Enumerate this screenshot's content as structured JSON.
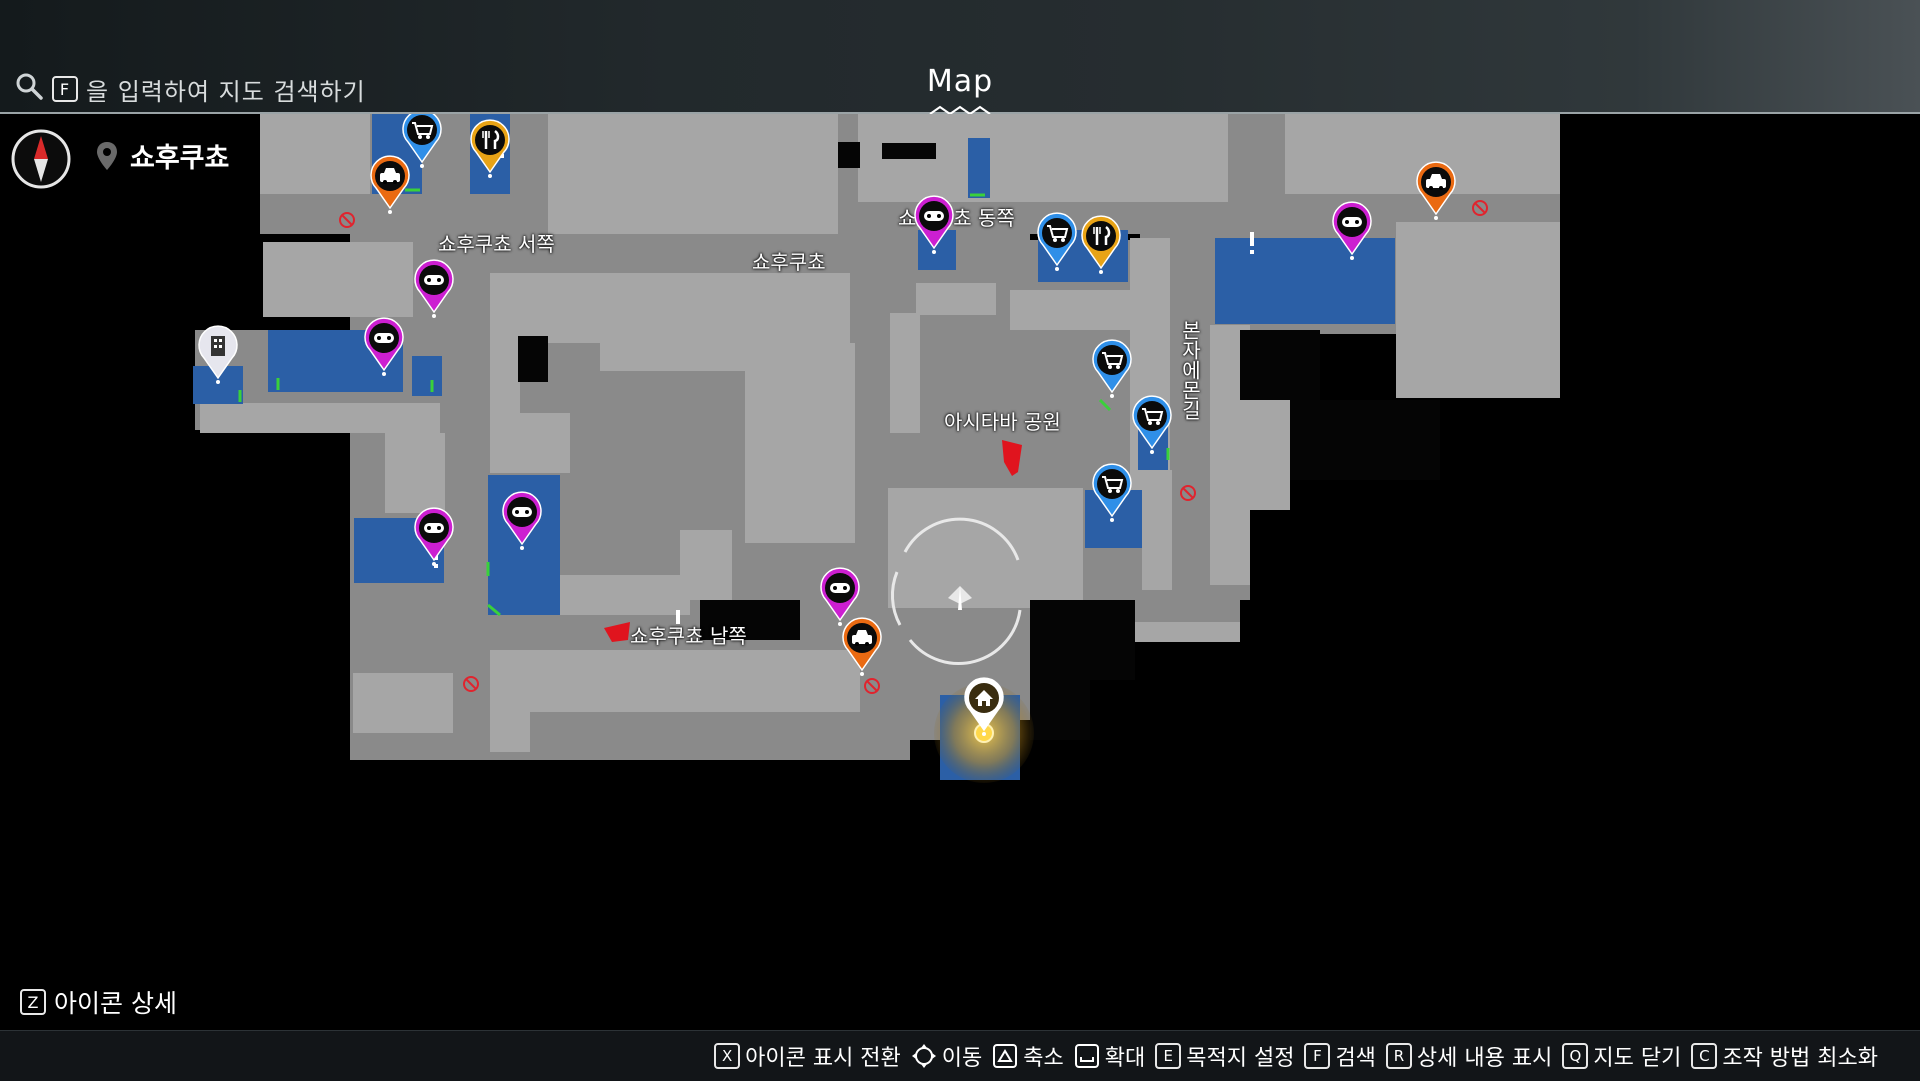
{
  "header": {
    "search_key": "F",
    "search_text": "을 입력하여 지도 검색하기",
    "title": "Map"
  },
  "location": {
    "name": "쇼후쿠쵸"
  },
  "map": {
    "labels": [
      {
        "id": "west",
        "text": "쇼후쿠쵸 서쪽"
      },
      {
        "id": "center",
        "text": "쇼후쿠쵸"
      },
      {
        "id": "east",
        "text": "쇼후쿠쵸 동쪽"
      },
      {
        "id": "park",
        "text": "아시타바 공원"
      },
      {
        "id": "south",
        "text": "쇼후쿠쵸 남쪽"
      },
      {
        "id": "alley",
        "text": "본자에몬길"
      }
    ],
    "marker_types": {
      "arcade": "gamepad-icon",
      "shop": "cart-icon",
      "restaurant": "fork-knife-icon",
      "taxi": "taxi-icon",
      "building": "building-icon",
      "home": "house-icon",
      "no_entry": "no-entry-icon",
      "quest": "exclamation-icon",
      "player": "player-arrow-icon"
    },
    "colors": {
      "arcade": "#cc1fd1",
      "shop": "#2f8fe8",
      "restaurant": "#e8a316",
      "taxi": "#ea6a12",
      "building": "#e6e6ee",
      "water": "#2b5fa6",
      "road": "#8e8e8e",
      "block": "#a9a9a9",
      "no_entry": "#e0242e",
      "route": "#3ad13a"
    }
  },
  "footer": {
    "icon_detail_key": "Z",
    "icon_detail_label": "아이콘 상세",
    "controls": [
      {
        "key": "X",
        "label": "아이콘 표시 전환"
      },
      {
        "key": "mouse",
        "label": "이동"
      },
      {
        "key": "wheel",
        "label": "축소"
      },
      {
        "key": "space",
        "label": "확대"
      },
      {
        "key": "E",
        "label": "목적지 설정"
      },
      {
        "key": "F",
        "label": "검색"
      },
      {
        "key": "R",
        "label": "상세 내용 표시"
      },
      {
        "key": "Q",
        "label": "지도 닫기"
      },
      {
        "key": "C",
        "label": "조작 방법 최소화"
      }
    ]
  }
}
